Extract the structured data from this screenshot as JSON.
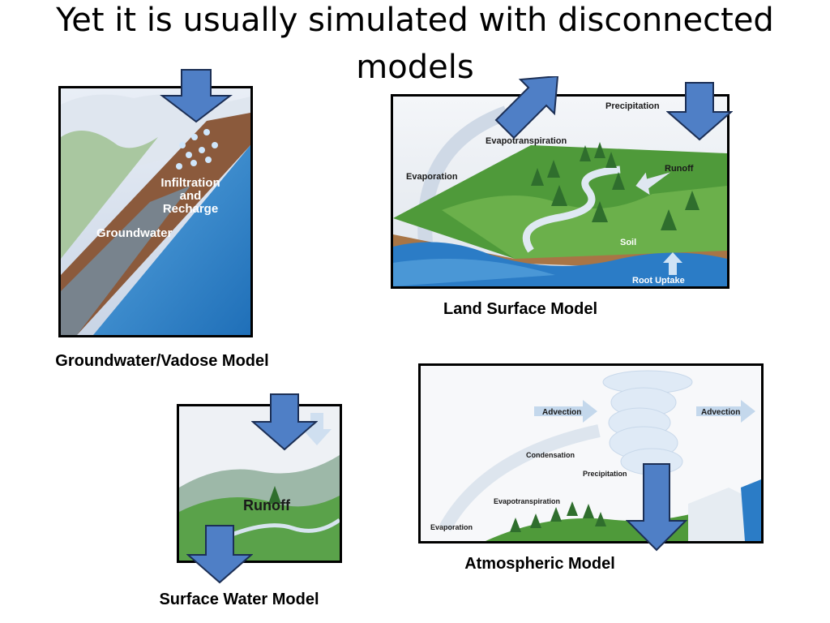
{
  "title": "Yet it is usually simulated with disconnected models",
  "colors": {
    "arrow_fill": "#4f7fc6",
    "arrow_stroke": "#1c2f55",
    "water": "#2a7fc8",
    "land": "#5aa13f",
    "soil": "#9a6a44"
  },
  "groundwater": {
    "caption": "Groundwater/Vadose Model",
    "labels": {
      "infiltration_line1": "Infiltration",
      "infiltration_line2": "and",
      "infiltration_line3": "Recharge",
      "groundwater": "Groundwater"
    }
  },
  "land_surface": {
    "caption": "Land Surface Model",
    "labels": {
      "precipitation": "Precipitation",
      "evapotranspiration": "Evapotranspiration",
      "evaporation": "Evaporation",
      "runoff": "Runoff",
      "soil": "Soil",
      "root_uptake": "Root Uptake"
    }
  },
  "surface_water": {
    "caption": "Surface Water Model",
    "labels": {
      "runoff": "Runoff"
    }
  },
  "atmospheric": {
    "caption": "Atmospheric Model",
    "labels": {
      "advection_left": "Advection",
      "advection_right": "Advection",
      "condensation": "Condensation",
      "precipitation": "Precipitation",
      "evapotranspiration": "Evapotranspiration",
      "evaporation": "Evaporation"
    }
  }
}
